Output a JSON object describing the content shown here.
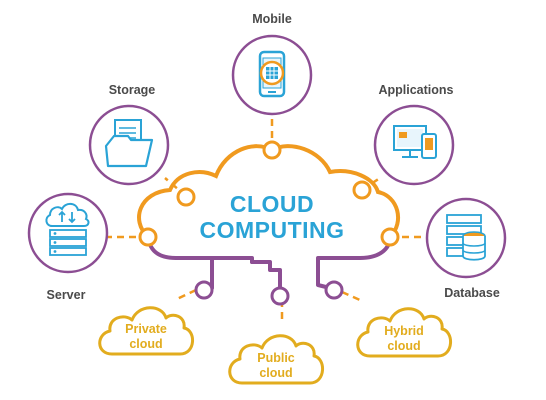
{
  "diagram": {
    "title_line1": "CLOUD",
    "title_line2": "COMPUTING",
    "nodes": {
      "mobile": "Mobile",
      "storage": "Storage",
      "applications": "Applications",
      "server": "Server",
      "database": "Database"
    },
    "clouds": {
      "private": [
        "Private",
        "cloud"
      ],
      "public": [
        "Public",
        "cloud"
      ],
      "hybrid": [
        "Hybrid",
        "cloud"
      ]
    }
  },
  "colors": {
    "orange": "#f09a1f",
    "purple": "#8c4e93",
    "blue": "#2aa3d6",
    "yellow": "#e2ac1e",
    "label": "#4a4a4a"
  },
  "icons": [
    "mobile-phone-icon",
    "folder-documents-icon",
    "devices-icon",
    "cloud-server-icon",
    "database-icon"
  ]
}
